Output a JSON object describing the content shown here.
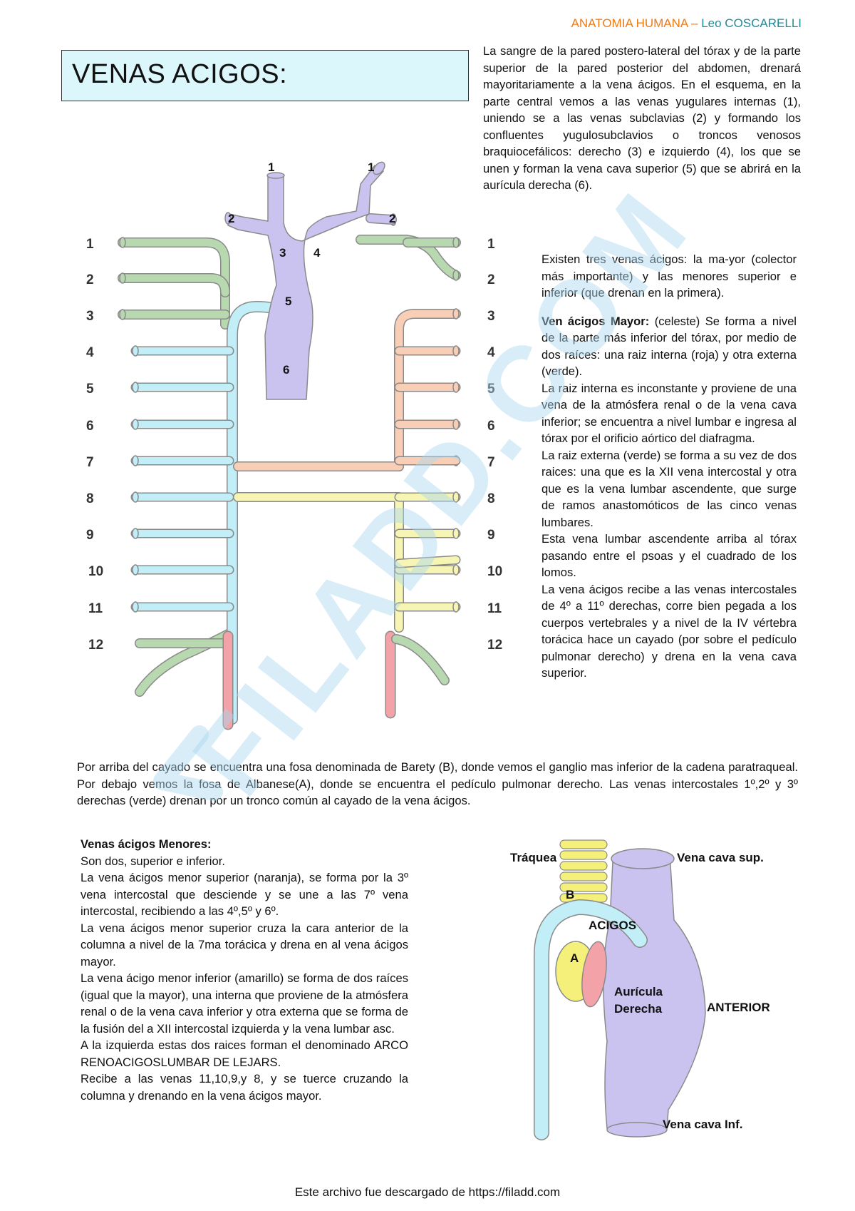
{
  "header": {
    "subject": "ANATOMIA HUMANA – ",
    "author": "Leo COSCARELLI"
  },
  "title": "VENAS ACIGOS:",
  "intro_text": "La sangre de la pared postero-lateral del tórax y de la parte superior de la pared posterior del abdomen, drenará mayoritariamente a la vena ácigos. En el esquema, en la parte central vemos a las venas yugulares internas (1), uniendo se a las venas subclavias (2) y formando los confluentes yugulosubclavios o troncos venosos braquiocefálicos: derecho (3) e izquierdo (4), los que se unen y forman la vena cava superior (5) que se abrirá en la aurícula derecha (6).",
  "tres_venas_text": "Existen tres venas ácigos: la ma-yor (colector más importante) y las menores superior e inferior (que drenan en la primera).",
  "mayor": {
    "heading": "Ven ácigos Mayor:",
    "intro": "(celeste) Se forma a nivel de la parte más inferior del tórax, por medio de dos raíces: una raiz interna (roja) y otra externa (verde).",
    "paragraphs": [
      "La raiz interna es inconstante y proviene de una vena de la atmósfera renal o de la vena cava inferior; se encuentra a nivel lumbar e ingresa al tórax por el orificio aórtico del diafragma.",
      "La raiz externa (verde) se forma a su vez de dos raices: una que es la XII vena intercostal y otra que es la vena lumbar ascendente, que surge de ramos anastomóticos de las cinco venas lumbares.",
      "Esta vena lumbar ascendente arriba al tórax pasando entre el psoas y el cuadrado de los lomos.",
      "La vena ácigos recibe a las venas intercostales de 4º a 11º derechas, corre bien pegada a los cuerpos vertebrales y a nivel de la IV vértebra torácica hace un cayado (por sobre el pedículo pulmonar derecho) y drena en la vena cava superior."
    ]
  },
  "barety_text": "Por arriba del cayado se encuentra una fosa denominada de Barety (B), donde vemos el ganglio mas inferior de la cadena paratraqueal. Por debajo vemos la fosa de Albanese(A), donde se encuentra el pedículo pulmonar derecho. Las venas intercostales 1º,2º y 3º derechas (verde) drenan por un tronco común al cayado de la vena ácigos.",
  "menores": {
    "heading": "Venas ácigos Menores:",
    "paragraphs": [
      "Son dos, superior e inferior.",
      "La vena ácigos menor superior (naranja), se forma por la 3º vena intercostal que desciende y se une a las 7º vena intercostal, recibiendo a las 4º,5º y 6º.",
      "La vena ácigos menor superior cruza la cara anterior de la columna a nivel de la 7ma torácica y drena en al vena ácigos mayor.",
      "La vena ácigo menor inferior (amarillo) se forma de dos raíces (igual que la mayor), una interna que proviene de la atmósfera renal o de la vena cava inferior y otra externa que se forma de la fusión del a XII intercostal izquierda y la vena lumbar asc.",
      "A la izquierda estas dos raices forman el denominado ARCO RENOACIGOSLUMBAR DE LEJARS.",
      "Recibe a las venas 11,10,9,y 8, y se tuerce cruzando la columna y drenando en la vena ácigos mayor."
    ]
  },
  "diagram": {
    "left_numbers": [
      "1",
      "2",
      "3",
      "4",
      "5",
      "6",
      "7",
      "8",
      "9",
      "10",
      "11",
      "12"
    ],
    "right_numbers": [
      "1",
      "2",
      "3",
      "4",
      "5",
      "6",
      "7",
      "8",
      "9",
      "10",
      "11",
      "12"
    ],
    "labels": [
      "1",
      "1",
      "2",
      "2",
      "3",
      "4",
      "5",
      "6"
    ],
    "colors": {
      "green": "#b8d8b0",
      "blue": "#c2eef8",
      "orange": "#f8cfb6",
      "yellow": "#f6f5b4",
      "red": "#f3a3a8",
      "purple": "#cbc3ef",
      "stroke": "#8a8a8a"
    }
  },
  "figure2": {
    "traquea": "Tráquea",
    "vena_cava_sup": "Vena cava sup.",
    "b": "B",
    "acigos": "ACIGOS",
    "a": "A",
    "auricula": "Aurícula",
    "derecha": "Derecha",
    "anterior": "ANTERIOR",
    "vena_cava_inf": "Vena cava Inf."
  },
  "watermark": "FILADD.COM",
  "footer": "Este archivo fue descargado de https://filadd.com"
}
